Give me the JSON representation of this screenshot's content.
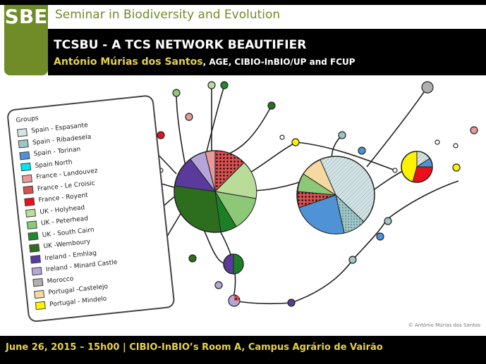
{
  "header": {
    "logo_text": "SBE",
    "seminar": "Seminar in Biodiversity and Evolution",
    "title": "TCSBU - A TCS NETWORK BEAUTIFIER",
    "author": "António Múrias dos Santos",
    "affiliation": ", AGE, CIBIO-InBIO/UP and FCUP"
  },
  "legend": {
    "title": "Groups",
    "items": [
      {
        "label": "Spain - Espasante",
        "color": "#d7e4e6"
      },
      {
        "label": "Spain - Ribadesela",
        "color": "#9fc6c6"
      },
      {
        "label": "Spain - Torinan",
        "color": "#4f93d6"
      },
      {
        "label": "Spain North",
        "color": "#00e5f0"
      },
      {
        "label": "France - Landouvez",
        "color": "#e89a9a"
      },
      {
        "label": "France - Le Croisic",
        "color": "#d85050"
      },
      {
        "label": "France - Royent",
        "color": "#e8101a"
      },
      {
        "label": "UK - Holyhead",
        "color": "#b9dd98"
      },
      {
        "label": "UK - Peterhead",
        "color": "#8cc878"
      },
      {
        "label": "UK - South Cairn",
        "color": "#1f8a2a"
      },
      {
        "label": "UK -Wemboury",
        "color": "#2c6e1e"
      },
      {
        "label": "Ireland - Emhlag",
        "color": "#5a3a9a"
      },
      {
        "label": "Ireland - Minard Castle",
        "color": "#b5a6d9"
      },
      {
        "label": "Morocco",
        "color": "#b0b0b0"
      },
      {
        "label": "Portugal -Castelejo",
        "color": "#f6d9a0"
      },
      {
        "label": "Portugal - Mindelo",
        "color": "#fff200"
      }
    ]
  },
  "credit": "© António Múrias dos Santos",
  "footer": "June 26, 2015 – 15h00 | CIBIO-InBIO’s Room A, Campus Agrário de Vairão",
  "colors": {
    "brand_green": "#6f8c28",
    "accent_yellow": "#e6d24a"
  }
}
